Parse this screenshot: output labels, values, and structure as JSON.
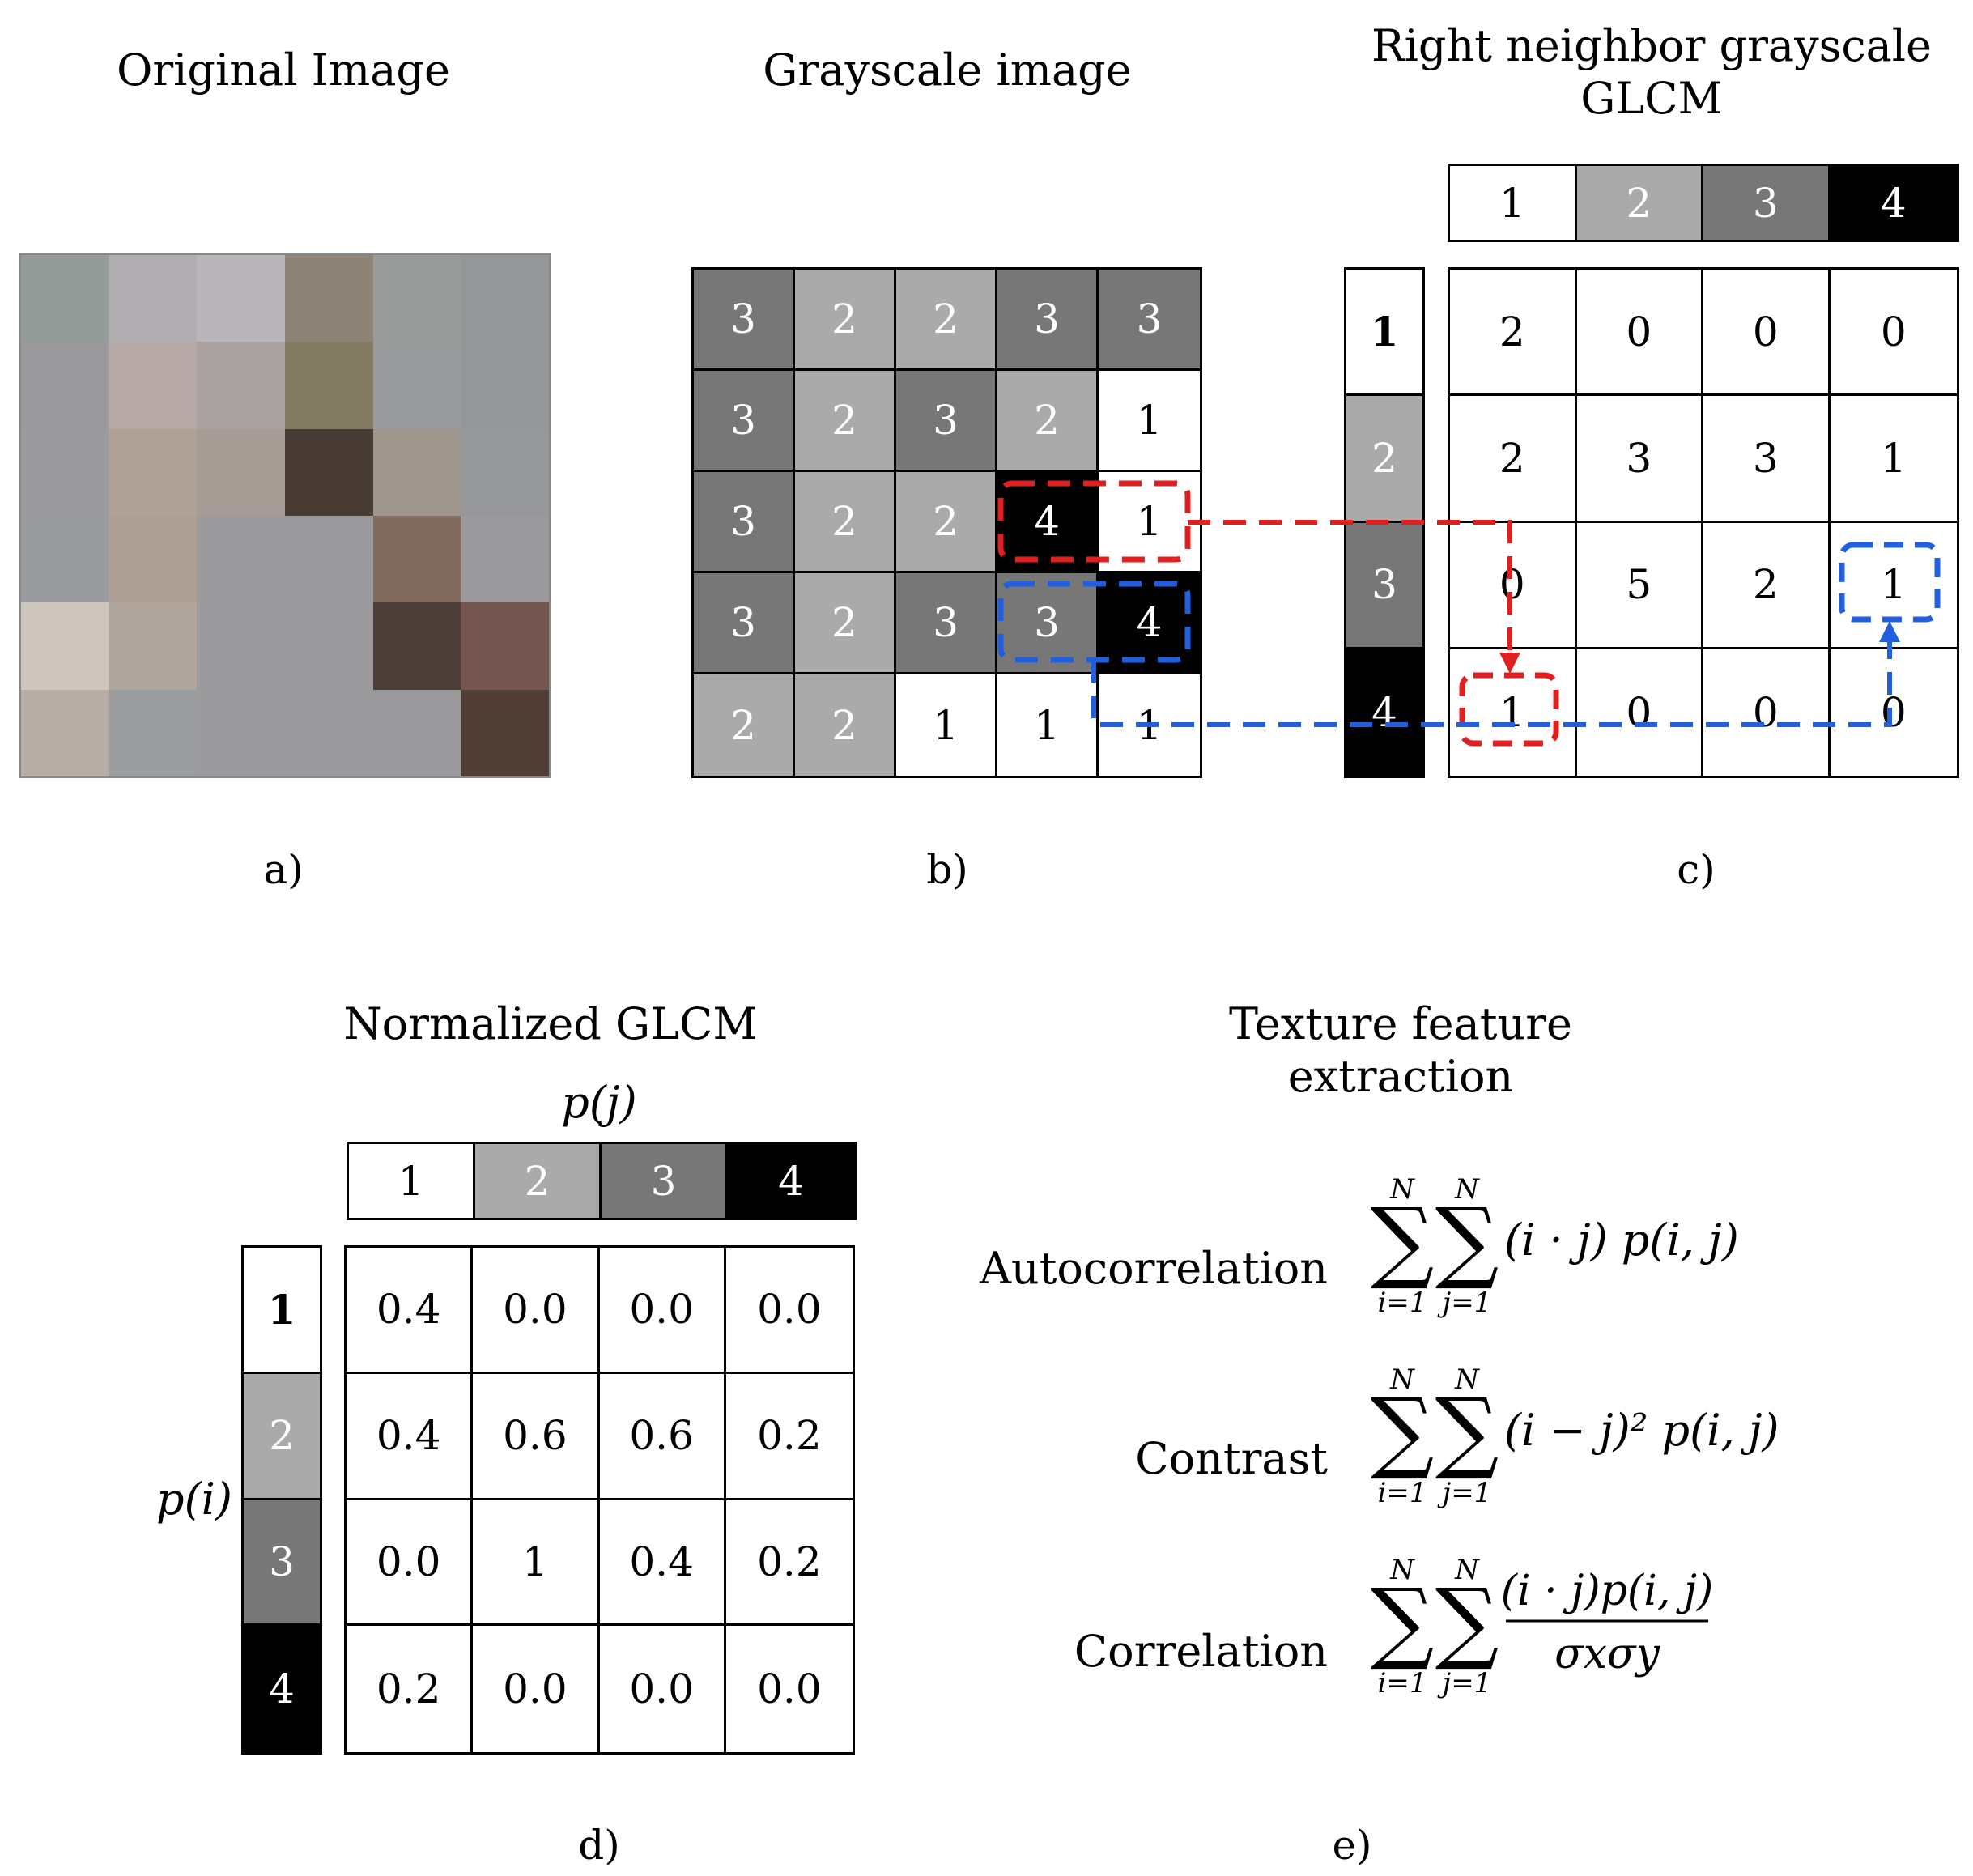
{
  "panel_a": {
    "title": "Original Image",
    "label": "a)",
    "pixel_colors": [
      [
        "#959b99",
        "#b0aeb0",
        "#b9b6b9",
        "#8c8275",
        "#999b9b",
        "#959697"
      ],
      [
        "#9a9a9d",
        "#b7aaa6",
        "#a9a2a0",
        "#827a63",
        "#999a9c",
        "#959697"
      ],
      [
        "#9b9b9e",
        "#b0a197",
        "#a79c95",
        "#473b34",
        "#9f968d",
        "#96989a"
      ],
      [
        "#9a9b9e",
        "#ad9f94",
        "#9b9b9d",
        "#9a9a9d",
        "#806a5d",
        "#9a9a9c"
      ],
      [
        "#cfc7be",
        "#b0a69d",
        "#9b9b9d",
        "#9b9b9d",
        "#4e3e3a",
        "#745550"
      ],
      [
        "#b7ada5",
        "#9b9c9e",
        "#9b9b9d",
        "#9b9b9d",
        "#9a9a9c",
        "#513f37"
      ]
    ]
  },
  "panel_b": {
    "title": "Grayscale image",
    "label": "b)",
    "values": [
      [
        "3",
        "2",
        "2",
        "3",
        "3"
      ],
      [
        "3",
        "2",
        "3",
        "2",
        "1"
      ],
      [
        "3",
        "2",
        "2",
        "4",
        "1"
      ],
      [
        "3",
        "2",
        "3",
        "3",
        "4"
      ],
      [
        "2",
        "2",
        "1",
        "1",
        "1"
      ]
    ]
  },
  "panel_c": {
    "title_line1": "Right neighbor grayscale",
    "title_line2": "GLCM",
    "label": "c)",
    "col_header": [
      "1",
      "2",
      "3",
      "4"
    ],
    "row_header": [
      "1",
      "2",
      "3",
      "4"
    ],
    "values": [
      [
        "2",
        "0",
        "0",
        "0"
      ],
      [
        "2",
        "3",
        "3",
        "1"
      ],
      [
        "0",
        "5",
        "2",
        "1"
      ],
      [
        "1",
        "0",
        "0",
        "0"
      ]
    ]
  },
  "panel_d": {
    "title": "Normalized GLCM",
    "label": "d)",
    "col_axis": "p(j)",
    "row_axis": "p(i)",
    "col_header": [
      "1",
      "2",
      "3",
      "4"
    ],
    "row_header": [
      "1",
      "2",
      "3",
      "4"
    ],
    "values": [
      [
        "0.4",
        "0.0",
        "0.0",
        "0.0"
      ],
      [
        "0.4",
        "0.6",
        "0.6",
        "0.2"
      ],
      [
        "0.0",
        "1",
        "0.4",
        "0.2"
      ],
      [
        "0.2",
        "0.0",
        "0.0",
        "0.0"
      ]
    ]
  },
  "panel_e": {
    "title": "Texture feature extraction",
    "label": "e)",
    "features": [
      {
        "name": "Autocorrelation",
        "term": "(i · j) p(i, j)"
      },
      {
        "name": "Contrast",
        "term": "(i − j)² p(i, j)"
      },
      {
        "name": "Correlation",
        "numerator": "(i · j)p(i, j)",
        "denominator": "σxσy"
      }
    ],
    "sum_upper": "N",
    "sum_lower_i": "i=1",
    "sum_lower_j": "j=1"
  },
  "colors": {
    "level_1": "#ffffff",
    "level_2": "#aaaaaa",
    "level_3": "#777777",
    "level_4": "#000000",
    "red_highlight": "#e02020",
    "blue_highlight": "#2060e0"
  }
}
